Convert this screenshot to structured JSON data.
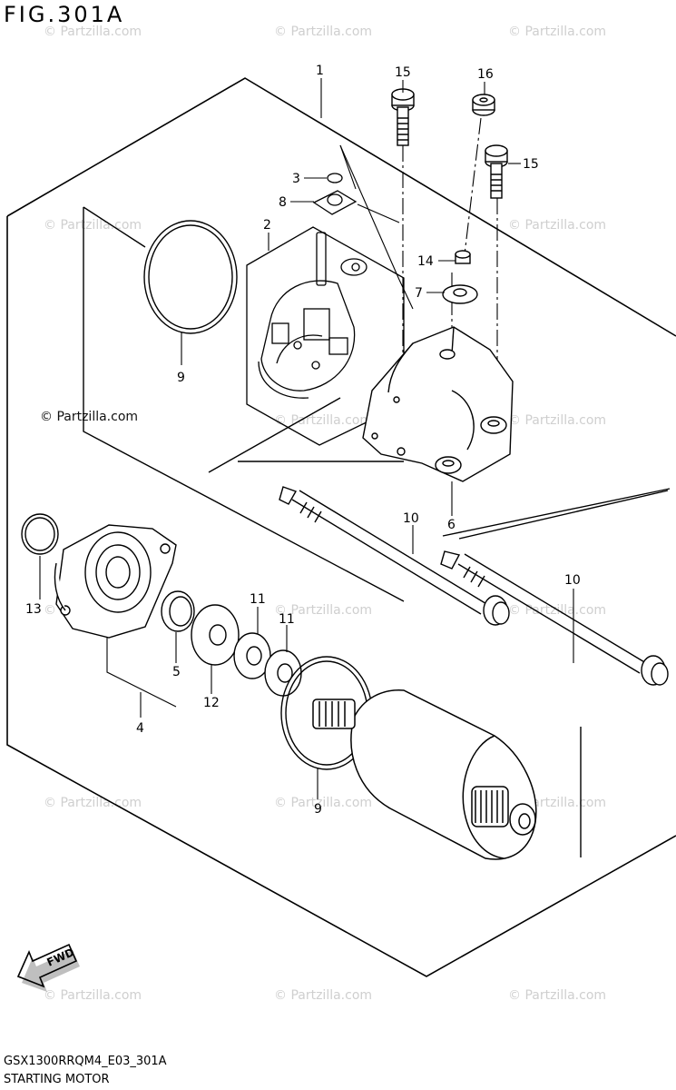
{
  "figure": {
    "title": "FIG.301A"
  },
  "footer": {
    "code": "GSX1300RRQM4_E03_301A",
    "name": "STARTING MOTOR"
  },
  "watermark": "© Partzilla.com",
  "copyright": "© Partzilla.com",
  "fwd_label": "FWD",
  "callouts": {
    "c1": "1",
    "c2": "2",
    "c3": "3",
    "c4": "4",
    "c5": "5",
    "c6": "6",
    "c7": "7",
    "c8": "8",
    "c9a": "9",
    "c9b": "9",
    "c10a": "10",
    "c10b": "10",
    "c11a": "11",
    "c11b": "11",
    "c12": "12",
    "c13": "13",
    "c14": "14",
    "c15a": "15",
    "c15b": "15",
    "c16": "16"
  }
}
